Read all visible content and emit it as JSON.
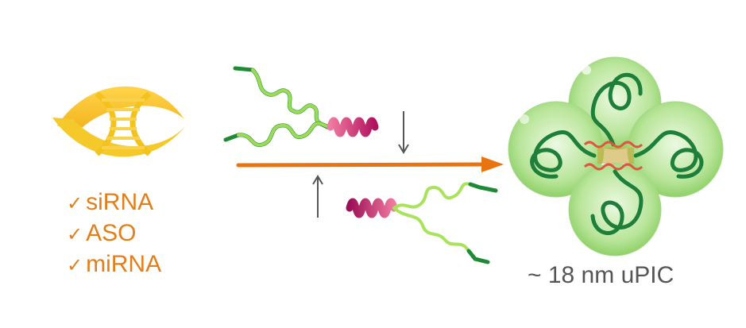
{
  "colors": {
    "arrow": "#e8740f",
    "text_orange": "#e37f1a",
    "caption_gray": "#555555",
    "dna_gold": "#f4c21d",
    "polymer_dark_green": "#1f8a35",
    "polymer_light_green": "#a8e35a",
    "helix_pink": "#e0407a",
    "sphere_green": "#a6dc7e"
  },
  "icons": {
    "nucleic_acid": "dna-double-helix-icon",
    "check": "check-mark-icon",
    "polymer": "block-copolymer-icon",
    "micelle": "micelle-icon"
  },
  "payloads": [
    {
      "check": "✓",
      "label": "siRNA"
    },
    {
      "check": "✓",
      "label": "ASO"
    },
    {
      "check": "✓",
      "label": "miRNA"
    }
  ],
  "product": {
    "caption": "~ 18 nm uPIC"
  }
}
